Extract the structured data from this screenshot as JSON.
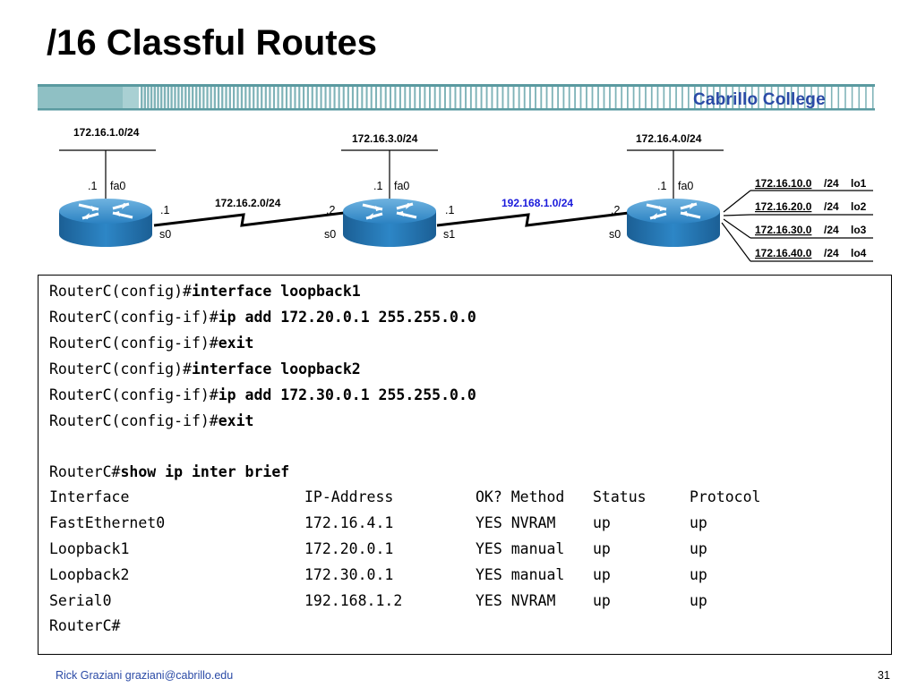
{
  "slide": {
    "title": "/16 Classful Routes",
    "brand": "Cabrillo College",
    "footer_author": "Rick Graziani  graziani@cabrillo.edu",
    "page_number": "31"
  },
  "colors": {
    "brand_blue": "#2a4aa6",
    "banner_teal": "#5a9aa0",
    "router_blue": "#1f78b4",
    "highlight_link": "#1a1adb"
  },
  "diagram": {
    "nets": {
      "lan_a": "172.16.1.0/24",
      "lan_b": "172.16.3.0/24",
      "lan_c": "172.16.4.0/24",
      "wan_1": "172.16.2.0/24",
      "wan_2": "192.168.1.0/24"
    },
    "router_a": {
      "fa0_host": ".1",
      "fa0": "fa0",
      "s0_host": ".1",
      "s0": "s0"
    },
    "router_b": {
      "fa0_host": ".1",
      "fa0": "fa0",
      "s0_host": ".2",
      "s0": "s0",
      "s1_host": ".1",
      "s1": "s1"
    },
    "router_c": {
      "fa0_host": ".1",
      "fa0": "fa0",
      "s0_host": ".2",
      "s0": "s0"
    },
    "loopbacks": [
      {
        "net": "172.16.10.0",
        "mask": "/24",
        "name": "lo1"
      },
      {
        "net": "172.16.20.0",
        "mask": "/24",
        "name": "lo2"
      },
      {
        "net": "172.16.30.0",
        "mask": "/24",
        "name": "lo3"
      },
      {
        "net": "172.16.40.0",
        "mask": "/24",
        "name": "lo4"
      }
    ]
  },
  "terminal": {
    "lines": [
      {
        "prompt": "RouterC(config)#",
        "cmd": "interface loopback1"
      },
      {
        "prompt": "RouterC(config-if)#",
        "cmd": "ip add 172.20.0.1 255.255.0.0"
      },
      {
        "prompt": "RouterC(config-if)#",
        "cmd": "exit"
      },
      {
        "prompt": "RouterC(config)#",
        "cmd": "interface loopback2"
      },
      {
        "prompt": "RouterC(config-if)#",
        "cmd": "ip add 172.30.0.1 255.255.0.0"
      },
      {
        "prompt": "RouterC(config-if)#",
        "cmd": "exit"
      },
      {
        "prompt": "RouterC#",
        "cmd": "show ip inter brief"
      }
    ],
    "table_header": [
      "Interface",
      "IP-Address",
      "OK? Method",
      "Status",
      "Protocol"
    ],
    "table_rows": [
      [
        "FastEthernet0",
        "172.16.4.1",
        "YES NVRAM",
        "up",
        "up"
      ],
      [
        "Loopback1",
        "172.20.0.1",
        "YES manual",
        "up",
        "up"
      ],
      [
        "Loopback2",
        "172.30.0.1",
        "YES manual",
        "up",
        "up"
      ],
      [
        "Serial0",
        "192.168.1.2",
        "YES NVRAM",
        "up",
        "up"
      ]
    ],
    "final_prompt": "RouterC#"
  }
}
